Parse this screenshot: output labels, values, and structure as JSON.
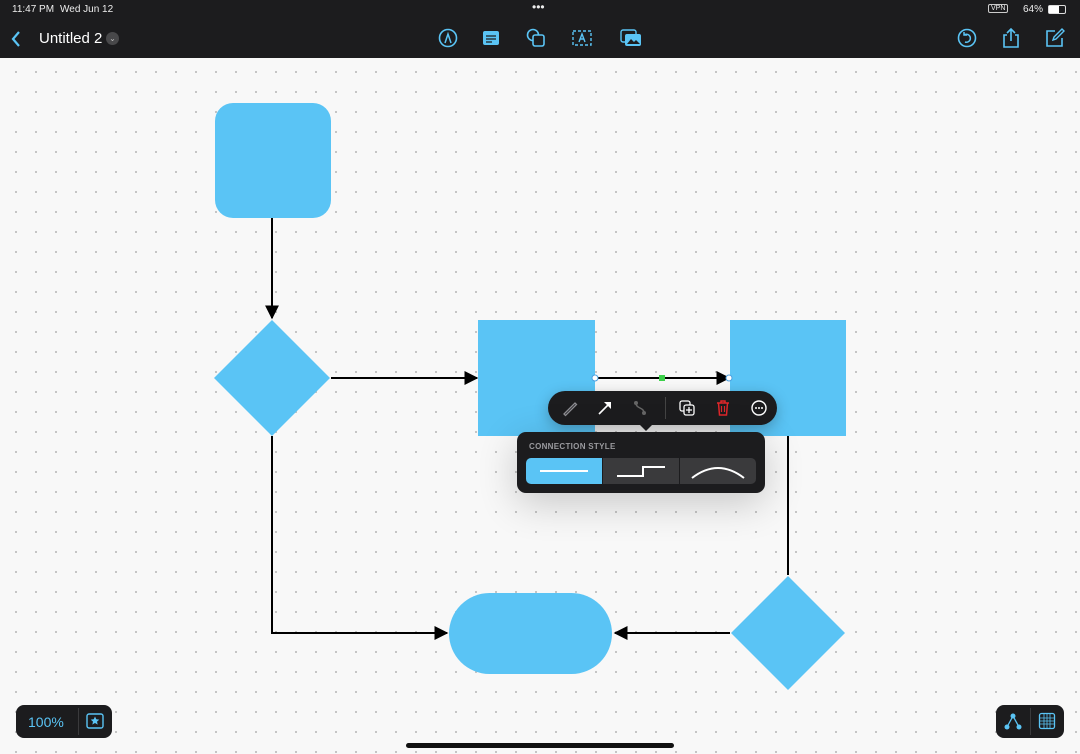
{
  "status": {
    "time": "11:47 PM",
    "date": "Wed Jun 12",
    "vpn": "VPN",
    "battery": "64%"
  },
  "header": {
    "title": "Untitled 2",
    "tools": [
      "pen-icon",
      "text-box-icon",
      "shapes-icon",
      "text-icon",
      "media-icon"
    ],
    "right": [
      "undo-icon",
      "share-icon",
      "edit-icon"
    ]
  },
  "popup": {
    "actions": [
      "style-icon",
      "arrowhead-icon",
      "connection-icon",
      "duplicate-icon",
      "delete-icon",
      "more-icon"
    ],
    "connection_style_label": "CONNECTION STYLE",
    "styles": [
      "straight",
      "elbow",
      "curved"
    ],
    "selected": "straight"
  },
  "footer": {
    "zoom": "100%"
  },
  "colors": {
    "accent": "#5ac4f5",
    "shape": "#5ac4f5",
    "bar": "#1c1c1e",
    "delete": "#e0262a"
  }
}
